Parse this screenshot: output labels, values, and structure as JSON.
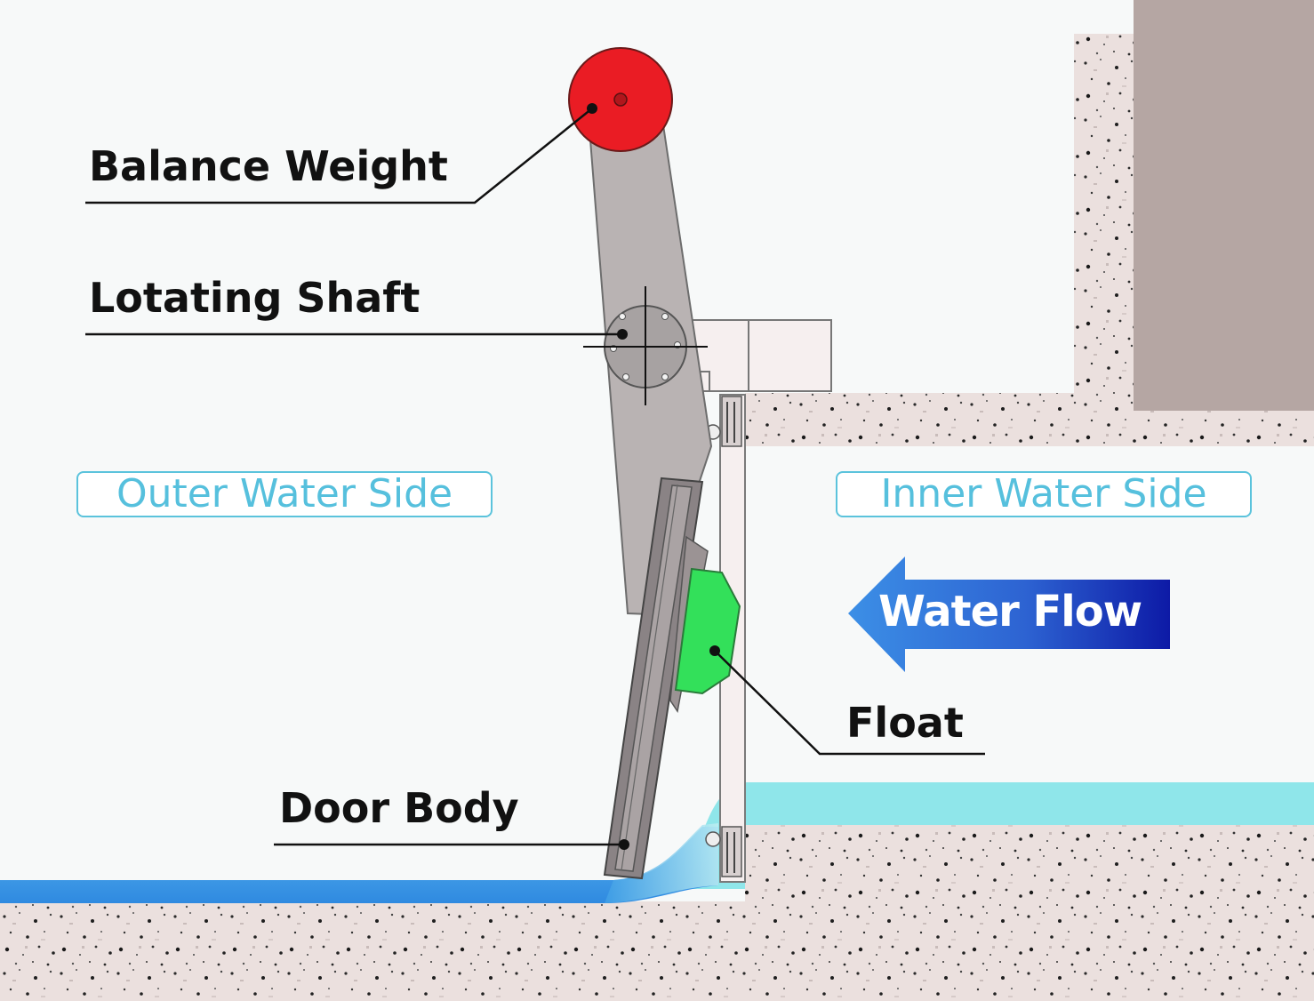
{
  "labels": {
    "balance_weight": "Balance Weight",
    "rotating_shaft": "Lotating Shaft",
    "door_body": "Door Body",
    "float": "Float",
    "outer_water_side": "Outer Water Side",
    "inner_water_side": "Inner Water Side",
    "water_flow": "Water Flow"
  },
  "colors": {
    "balance_weight": "#ea1c24",
    "float": "#33e05a",
    "water": "#3f9fe6",
    "inner_water": "#8fe6ea",
    "concrete": "#ebe0de",
    "wall": "#b5a6a3",
    "arm": "#b9b3b3",
    "side_label": "#56c0dd",
    "flow_arrow_start": "#3c8fe6",
    "flow_arrow_end": "#0d1aa6"
  },
  "icons": {
    "flow_arrow": "arrow-left-icon"
  }
}
